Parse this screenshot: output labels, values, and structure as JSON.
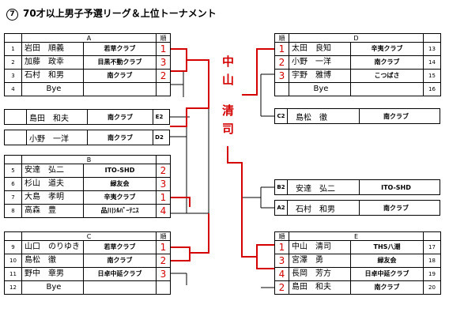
{
  "title": {
    "num": "7",
    "text": "70才以上男子予選リーグ＆上位トーナメント"
  },
  "rank_header": "順",
  "champion": {
    "surname": "中山",
    "given": "清司"
  },
  "groups": {
    "A": {
      "label": "A",
      "rows": [
        {
          "no": "1",
          "name": "岩田　順義",
          "club": "若草クラブ",
          "rank": "1"
        },
        {
          "no": "2",
          "name": "加藤　政幸",
          "club": "目黒不動クラブ",
          "rank": "3"
        },
        {
          "no": "3",
          "name": "石村　和男",
          "club": "南クラブ",
          "rank": "2"
        },
        {
          "no": "4",
          "name": "Bye",
          "club": "",
          "rank": ""
        }
      ]
    },
    "B": {
      "label": "B",
      "rows": [
        {
          "no": "5",
          "name": "安達　弘二",
          "club": "ITO-SHD",
          "rank": "2"
        },
        {
          "no": "6",
          "name": "杉山　道夫",
          "club": "緑友会",
          "rank": "3"
        },
        {
          "no": "7",
          "name": "大島　孝明",
          "club": "辛夷クラブ",
          "rank": "1"
        },
        {
          "no": "8",
          "name": "高森　豊",
          "club": "品川ｼﾙﾊﾞｰﾃﾆｽ",
          "rank": "4"
        }
      ]
    },
    "C": {
      "label": "C",
      "rows": [
        {
          "no": "9",
          "name": "山口　のりゆき",
          "club": "若草クラブ",
          "rank": "1"
        },
        {
          "no": "10",
          "name": "島松　徹",
          "club": "南クラブ",
          "rank": "2"
        },
        {
          "no": "11",
          "name": "野中　章男",
          "club": "日卓中延クラブ",
          "rank": "3"
        },
        {
          "no": "12",
          "name": "Bye",
          "club": "",
          "rank": ""
        }
      ]
    },
    "D": {
      "label": "D",
      "rows": [
        {
          "no": "13",
          "name": "太田　良知",
          "club": "辛夷クラブ",
          "rank": "1"
        },
        {
          "no": "14",
          "name": "小野　一洋",
          "club": "南クラブ",
          "rank": "2"
        },
        {
          "no": "15",
          "name": "宇野　雅博",
          "club": "こつばさ",
          "rank": "3"
        },
        {
          "no": "16",
          "name": "Bye",
          "club": "",
          "rank": ""
        }
      ]
    },
    "E": {
      "label": "E",
      "rows": [
        {
          "no": "17",
          "name": "中山　清司",
          "club": "THS八潮",
          "rank": "1"
        },
        {
          "no": "18",
          "name": "宮澤　勇",
          "club": "緑友会",
          "rank": "3"
        },
        {
          "no": "19",
          "name": "長岡　芳方",
          "club": "日卓中延クラブ",
          "rank": "4"
        },
        {
          "no": "20",
          "name": "島田　和夫",
          "club": "南クラブ",
          "rank": "2"
        }
      ]
    }
  },
  "seeded": {
    "e2": {
      "name": "島田　和夫",
      "club": "南クラブ",
      "seed": "E2"
    },
    "d2": {
      "name": "小野　一洋",
      "club": "南クラブ",
      "seed": "D2"
    },
    "c2": {
      "name": "島松　徹",
      "club": "南クラブ",
      "seed": "C2"
    },
    "b2": {
      "name": "安達　弘二",
      "club": "ITO-SHD",
      "seed": "B2"
    },
    "a2": {
      "name": "石村　和男",
      "club": "南クラブ",
      "seed": "A2"
    }
  }
}
